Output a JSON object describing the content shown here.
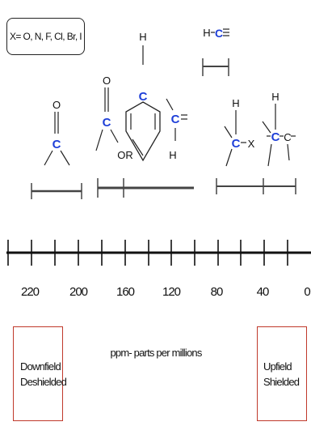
{
  "legend": {
    "text": "X= O, N, F, Cl, Br, I"
  },
  "axis": {
    "ticks": [
      "220",
      "200",
      "160",
      "120",
      "80",
      "40",
      "0"
    ],
    "unit_label": "ppm- parts per millions"
  },
  "regions": {
    "downfield": {
      "line1": "Downfield",
      "line2": "Deshielded",
      "color": "#c0392b"
    },
    "upfield": {
      "line1": "Upfield",
      "line2": "Shielded",
      "color": "#c0392b"
    }
  },
  "structures": {
    "carbonyl": {
      "o": "O",
      "c": "C"
    },
    "ester": {
      "o": "O",
      "c": "C",
      "or": "OR"
    },
    "aromatic": {
      "h": "H",
      "c": "C"
    },
    "alkene": {
      "c": "C",
      "h": "H"
    },
    "alkyne": {
      "h": "H",
      "c": "C"
    },
    "halide": {
      "h": "H",
      "c": "C",
      "x": "X"
    },
    "alkane": {
      "h": "H",
      "c": "C"
    }
  },
  "colors": {
    "carbon": "#1e3fd8",
    "ink": "#111111",
    "bar": "#444444"
  }
}
